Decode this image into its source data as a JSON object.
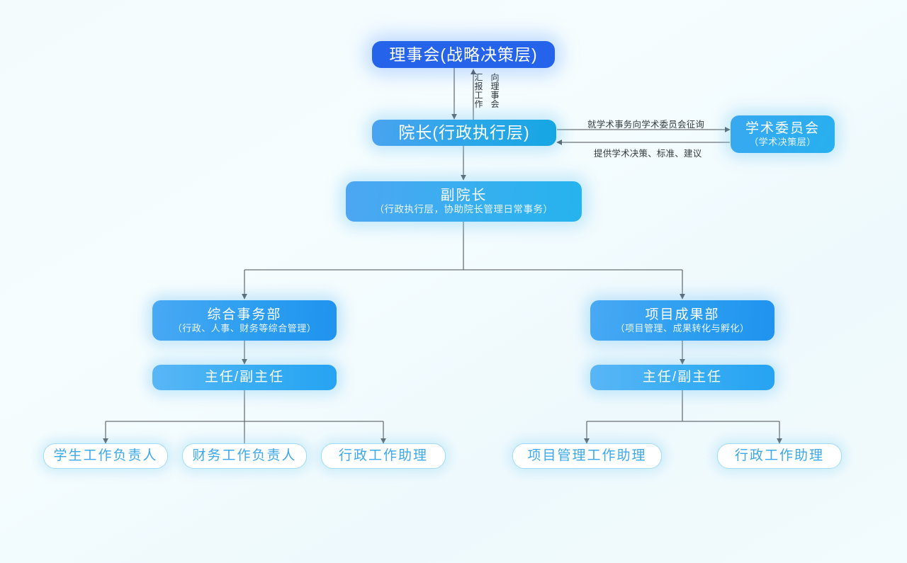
{
  "diagram": {
    "type": "org-chart",
    "title_text": "",
    "background_color": "#f4fbfd",
    "line_color": "#6b7076",
    "palette": {
      "board": "#2563eb",
      "executive": "#33a6ec",
      "academic": "#2fadef",
      "department": "#2b9ef0",
      "director": "#3aaef3",
      "leaf_border": "#9fdcf6",
      "leaf_text": "#3aa8ea",
      "leaf_background": "#ffffff"
    }
  },
  "nodes": {
    "board": {
      "title": "理事会(战略决策层)",
      "sub": ""
    },
    "dean": {
      "title": "院长(行政执行层)",
      "sub": ""
    },
    "academic_committee": {
      "title": "学术委员会",
      "sub": "（学术决策层）"
    },
    "vice_dean": {
      "title": "副院长",
      "sub": "（行政执行层，协助院长管理日常事务）"
    },
    "dept_general": {
      "title": "综合事务部",
      "sub": "（行政、人事、财务等综合管理）"
    },
    "dept_project": {
      "title": "项目成果部",
      "sub": "（项目管理、成果转化与孵化）"
    },
    "director_general": {
      "title": "主任/副主任",
      "sub": ""
    },
    "director_project": {
      "title": "主任/副主任",
      "sub": ""
    },
    "leaf_student_affairs": {
      "title": "学生工作负责人"
    },
    "leaf_finance": {
      "title": "财务工作负责人"
    },
    "leaf_admin_left": {
      "title": "行政工作助理"
    },
    "leaf_project_mgmt": {
      "title": "项目管理工作助理"
    },
    "leaf_admin_right": {
      "title": "行政工作助理"
    }
  },
  "edge_labels": {
    "report_to_board_left": "汇报工作",
    "report_to_board_right": "向理事会",
    "consult_academic": "就学术事务向学术委员会征询",
    "provide_academic": "提供学术决策、标准、建议"
  }
}
